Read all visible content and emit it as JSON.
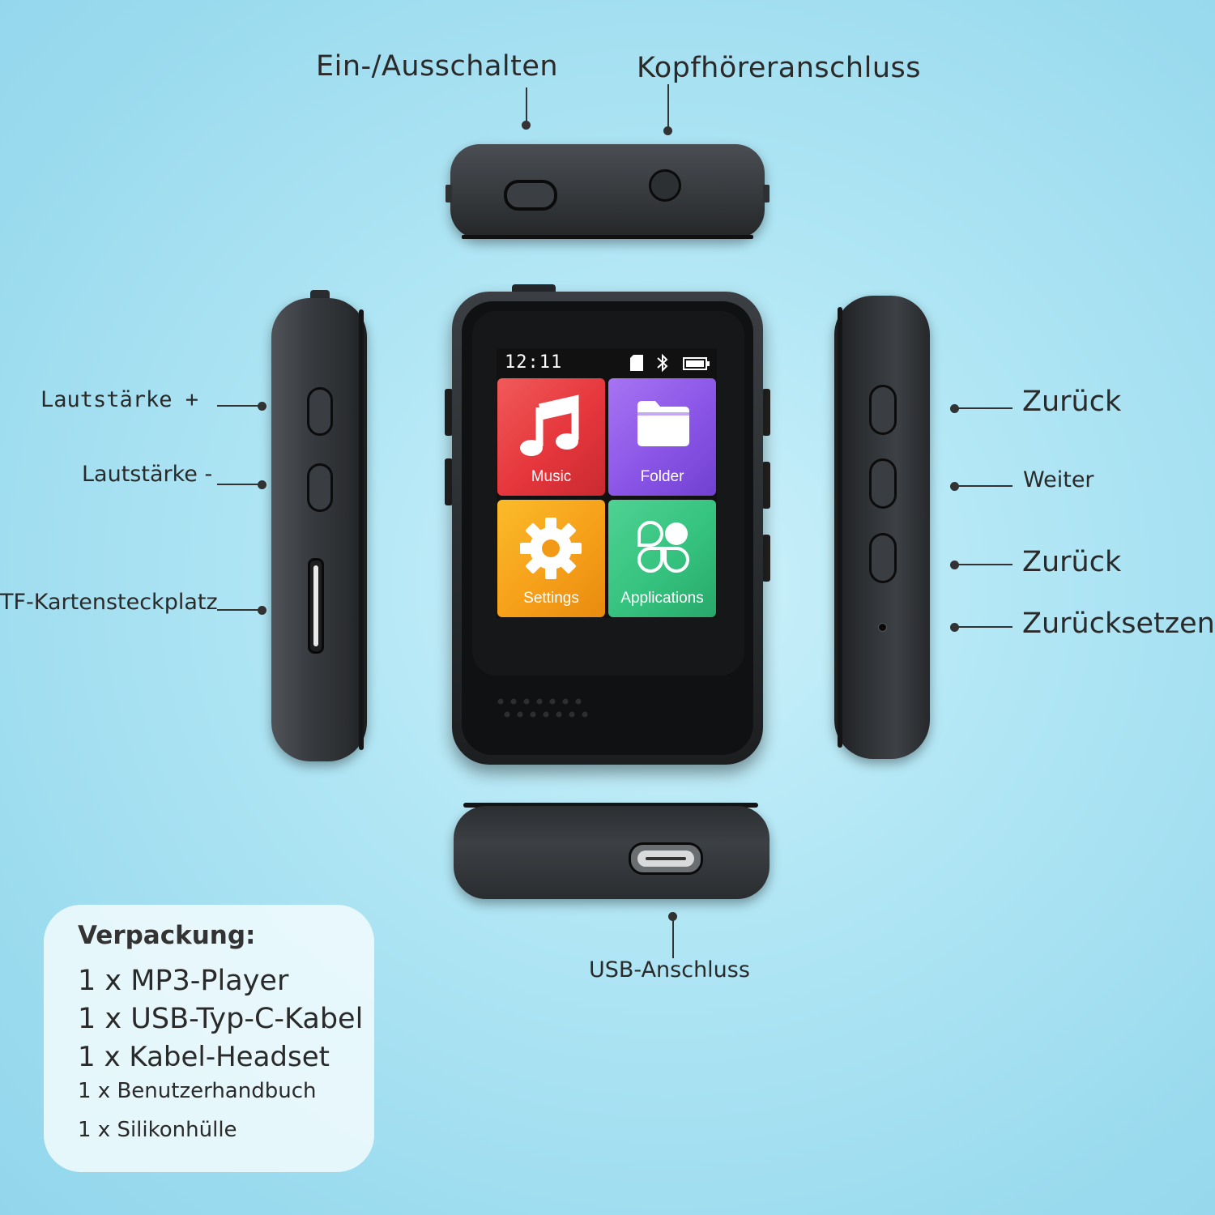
{
  "labels": {
    "power": "Ein-/Ausschalten",
    "headphone": "Kopfhöreranschluss",
    "vol_up": "Lautstärke +",
    "vol_down": "Lautstärke -",
    "tf_slot": "TF-Kartensteckplatz",
    "back1": "Zurück",
    "next": "Weiter",
    "back2": "Zurück",
    "reset": "Zurücksetzen",
    "usb": "USB-Anschluss"
  },
  "screen": {
    "time": "12:11",
    "tiles": [
      {
        "label": "Music",
        "color": "#e83a3f",
        "icon": "music-note-icon"
      },
      {
        "label": "Folder",
        "color": "#8c57e8",
        "icon": "folder-icon"
      },
      {
        "label": "Settings",
        "color": "#f7a51a",
        "icon": "gear-icon"
      },
      {
        "label": "Applications",
        "color": "#35c27f",
        "icon": "apps-icon"
      }
    ]
  },
  "package": {
    "title": "Verpackung:",
    "items": [
      "1 x MP3-Player",
      "1 x USB-Typ-C-Kabel",
      "1 x Kabel-Headset",
      "1 x Benutzerhandbuch",
      "1 x Silikonhülle"
    ]
  }
}
